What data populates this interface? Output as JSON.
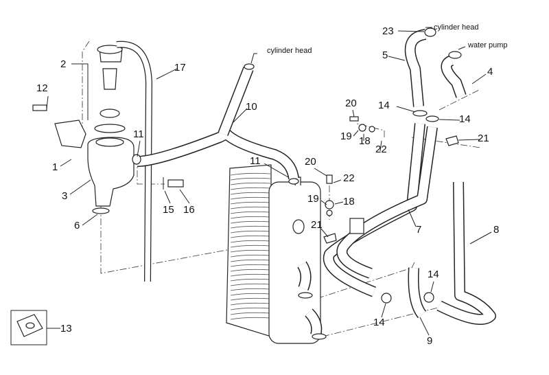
{
  "callouts": [
    {
      "id": "c2",
      "text": "2"
    },
    {
      "id": "c17",
      "text": "17"
    },
    {
      "id": "c12",
      "text": "12"
    },
    {
      "id": "c11a",
      "text": "11"
    },
    {
      "id": "c1",
      "text": "1"
    },
    {
      "id": "c3",
      "text": "3"
    },
    {
      "id": "c6",
      "text": "6"
    },
    {
      "id": "c15",
      "text": "15"
    },
    {
      "id": "c16",
      "text": "16"
    },
    {
      "id": "c10",
      "text": "10"
    },
    {
      "id": "c11b",
      "text": "11"
    },
    {
      "id": "c20a",
      "text": "20"
    },
    {
      "id": "c22a",
      "text": "22"
    },
    {
      "id": "c19a",
      "text": "19"
    },
    {
      "id": "c18a",
      "text": "18"
    },
    {
      "id": "c21a",
      "text": "21"
    },
    {
      "id": "c23",
      "text": "23"
    },
    {
      "id": "c5",
      "text": "5"
    },
    {
      "id": "c4",
      "text": "4"
    },
    {
      "id": "c20b",
      "text": "20"
    },
    {
      "id": "c14a",
      "text": "14"
    },
    {
      "id": "c14b",
      "text": "14"
    },
    {
      "id": "c19b",
      "text": "19"
    },
    {
      "id": "c18b",
      "text": "18"
    },
    {
      "id": "c22b",
      "text": "22"
    },
    {
      "id": "c21b",
      "text": "21"
    },
    {
      "id": "c7",
      "text": "7"
    },
    {
      "id": "c8",
      "text": "8"
    },
    {
      "id": "c14c",
      "text": "14"
    },
    {
      "id": "c14d",
      "text": "14"
    },
    {
      "id": "c9",
      "text": "9"
    },
    {
      "id": "c13",
      "text": "13"
    }
  ],
  "notes": {
    "cylinder_head_1": "cylinder head",
    "cylinder_head_2": "cylinder head",
    "water_pump": "water pump"
  }
}
